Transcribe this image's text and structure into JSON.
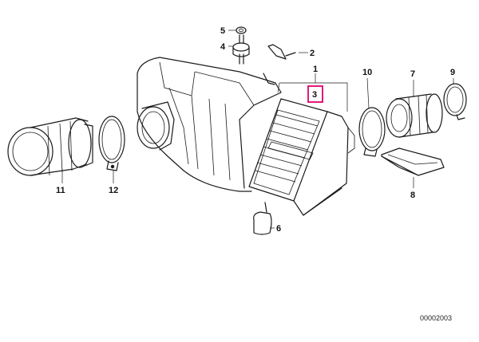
{
  "callouts": {
    "c1": "1",
    "c2": "2",
    "c3": "3",
    "c4": "4",
    "c5": "5",
    "c6": "6",
    "c7": "7",
    "c8": "8",
    "c9": "9",
    "c10": "10",
    "c11": "11",
    "c12": "12"
  },
  "document_number": "00002003",
  "colors": {
    "line": "#1a1a1a",
    "highlight": "#e0006e"
  }
}
